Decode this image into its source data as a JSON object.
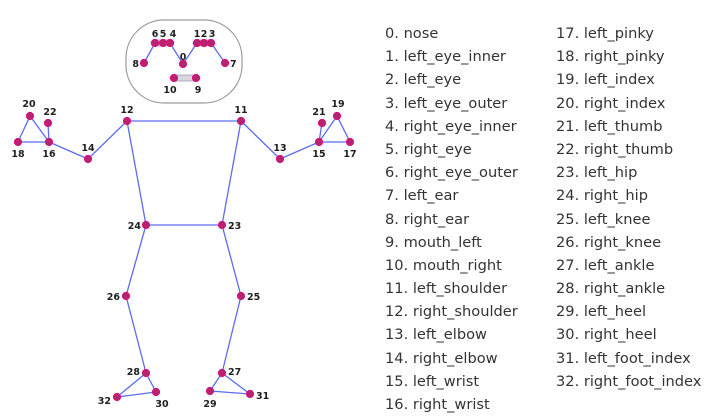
{
  "colors": {
    "bone": "#5b6cf0",
    "joint_fill": "#b8246b",
    "joint_stroke": "#d60f86",
    "mouth_fill": "#d8d8de",
    "head_outline": "#9a9a9a",
    "text": "#333333"
  },
  "keypoints": [
    {
      "id": 0,
      "label": "0",
      "name": "nose"
    },
    {
      "id": 1,
      "label": "1",
      "name": "left_eye_inner"
    },
    {
      "id": 2,
      "label": "2",
      "name": "left_eye"
    },
    {
      "id": 3,
      "label": "3",
      "name": "left_eye_outer"
    },
    {
      "id": 4,
      "label": "4",
      "name": "right_eye_inner"
    },
    {
      "id": 5,
      "label": "5",
      "name": "right_eye"
    },
    {
      "id": 6,
      "label": "6",
      "name": "right_eye_outer"
    },
    {
      "id": 7,
      "label": "7",
      "name": "left_ear"
    },
    {
      "id": 8,
      "label": "8",
      "name": "right_ear"
    },
    {
      "id": 9,
      "label": "9",
      "name": "mouth_left"
    },
    {
      "id": 10,
      "label": "10",
      "name": "mouth_right"
    },
    {
      "id": 11,
      "label": "11",
      "name": "left_shoulder"
    },
    {
      "id": 12,
      "label": "12",
      "name": "right_shoulder"
    },
    {
      "id": 13,
      "label": "13",
      "name": "left_elbow"
    },
    {
      "id": 14,
      "label": "14",
      "name": "right_elbow"
    },
    {
      "id": 15,
      "label": "15",
      "name": "left_wrist"
    },
    {
      "id": 16,
      "label": "16",
      "name": "right_wrist"
    },
    {
      "id": 17,
      "label": "17",
      "name": "left_pinky"
    },
    {
      "id": 18,
      "label": "18",
      "name": "right_pinky"
    },
    {
      "id": 19,
      "label": "19",
      "name": "left_index"
    },
    {
      "id": 20,
      "label": "20",
      "name": "right_index"
    },
    {
      "id": 21,
      "label": "21",
      "name": "left_thumb"
    },
    {
      "id": 22,
      "label": "22",
      "name": "right_thumb"
    },
    {
      "id": 23,
      "label": "23",
      "name": "left_hip"
    },
    {
      "id": 24,
      "label": "24",
      "name": "right_hip"
    },
    {
      "id": 25,
      "label": "25",
      "name": "left_knee"
    },
    {
      "id": 26,
      "label": "26",
      "name": "right_knee"
    },
    {
      "id": 27,
      "label": "27",
      "name": "left_ankle"
    },
    {
      "id": 28,
      "label": "28",
      "name": "right_ankle"
    },
    {
      "id": 29,
      "label": "29",
      "name": "left_heel"
    },
    {
      "id": 30,
      "label": "30",
      "name": "right_heel"
    },
    {
      "id": 31,
      "label": "31",
      "name": "left_foot_index"
    },
    {
      "id": 32,
      "label": "32",
      "name": "right_foot_index"
    }
  ],
  "legend": {
    "left": [
      "0. nose",
      "1. left_eye_inner",
      "2. left_eye",
      "3. left_eye_outer",
      "4. right_eye_inner",
      "5. right_eye",
      "6. right_eye_outer",
      "7. left_ear",
      "8. right_ear",
      "9. mouth_left",
      "10. mouth_right",
      "11. left_shoulder",
      "12. right_shoulder",
      "13. left_elbow",
      "14. right_elbow",
      "15. left_wrist",
      "16. right_wrist"
    ],
    "right": [
      "17. left_pinky",
      "18. right_pinky",
      "19. left_index",
      "20. right_index",
      "21. left_thumb",
      "22. right_thumb",
      "23. left_hip",
      "24. right_hip",
      "25. left_knee",
      "26. right_knee",
      "27. left_ankle",
      "28. right_ankle",
      "29. left_heel",
      "30. right_heel",
      "31. left_foot_index",
      "32. right_foot_index"
    ]
  }
}
